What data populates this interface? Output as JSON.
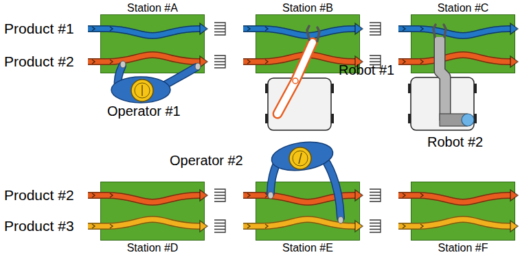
{
  "diagram": {
    "nodes": [
      {
        "text": [
          "Station #A"
        ]
      },
      {
        "text": [
          "Station #B"
        ]
      },
      {
        "text": [
          "Station #C"
        ]
      },
      {
        "text": [
          "Station #D"
        ]
      },
      {
        "text": [
          "Station #E"
        ]
      },
      {
        "text": [
          "Station #F"
        ]
      }
    ],
    "labels": [
      "Product #1",
      "Product #2",
      "Robot #1",
      "Operator #1",
      "Robot #2",
      "Operator #2",
      "Product #2",
      "Product #3"
    ]
  }
}
